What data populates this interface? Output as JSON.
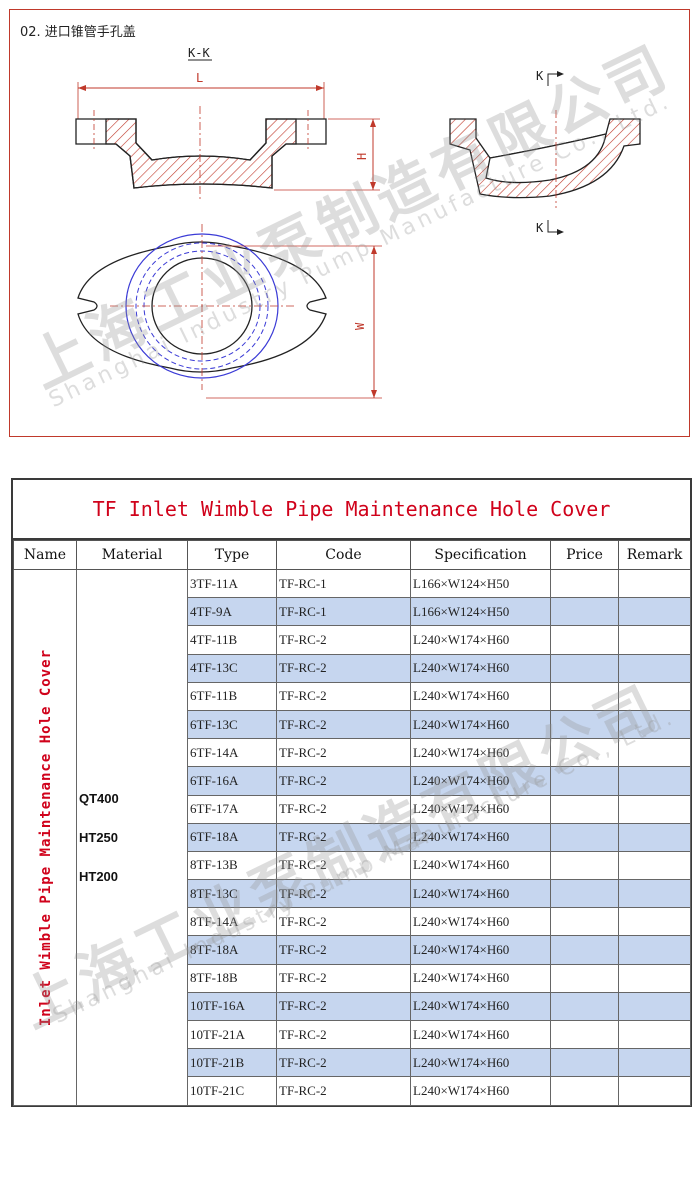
{
  "drawing": {
    "caption": "02. 进口锥管手孔盖",
    "section_title": "K-K",
    "dim_L": "L",
    "dim_H": "H",
    "dim_W": "W",
    "section_mark": "K",
    "line_color": "#c0392b",
    "hatch_color": "#c0392b",
    "hidden_line_color": "#3b3bd6"
  },
  "watermark": {
    "cn": "上海工业泵制造有限公司",
    "en": "Shanghai Industry Pump Manufacture Co., Ltd."
  },
  "table": {
    "title": "TF Inlet Wimble Pipe Maintenance Hole Cover",
    "title_color": "#d0021b",
    "row_highlight_color": "#c6d6ef",
    "headers": [
      "Name",
      "Material",
      "Type",
      "Code",
      "Specification",
      "Price",
      "Remark"
    ],
    "name": "Inlet Wimble Pipe Maintenance Hole Cover",
    "materials": [
      "QT400",
      "HT250",
      "HT200"
    ],
    "rows": [
      {
        "type": "3TF-11A",
        "code": "TF-RC-1",
        "spec": "L166×W124×H50",
        "price": "",
        "remark": ""
      },
      {
        "type": "4TF-9A",
        "code": "TF-RC-1",
        "spec": "L166×W124×H50",
        "price": "",
        "remark": ""
      },
      {
        "type": "4TF-11B",
        "code": "TF-RC-2",
        "spec": "L240×W174×H60",
        "price": "",
        "remark": ""
      },
      {
        "type": "4TF-13C",
        "code": "TF-RC-2",
        "spec": "L240×W174×H60",
        "price": "",
        "remark": ""
      },
      {
        "type": "6TF-11B",
        "code": "TF-RC-2",
        "spec": "L240×W174×H60",
        "price": "",
        "remark": ""
      },
      {
        "type": "6TF-13C",
        "code": "TF-RC-2",
        "spec": "L240×W174×H60",
        "price": "",
        "remark": ""
      },
      {
        "type": "6TF-14A",
        "code": "TF-RC-2",
        "spec": "L240×W174×H60",
        "price": "",
        "remark": ""
      },
      {
        "type": "6TF-16A",
        "code": "TF-RC-2",
        "spec": "L240×W174×H60",
        "price": "",
        "remark": ""
      },
      {
        "type": "6TF-17A",
        "code": "TF-RC-2",
        "spec": "L240×W174×H60",
        "price": "",
        "remark": ""
      },
      {
        "type": "6TF-18A",
        "code": "TF-RC-2",
        "spec": "L240×W174×H60",
        "price": "",
        "remark": ""
      },
      {
        "type": "8TF-13B",
        "code": "TF-RC-2",
        "spec": "L240×W174×H60",
        "price": "",
        "remark": ""
      },
      {
        "type": "8TF-13C",
        "code": "TF-RC-2",
        "spec": "L240×W174×H60",
        "price": "",
        "remark": ""
      },
      {
        "type": "8TF-14A",
        "code": "TF-RC-2",
        "spec": "L240×W174×H60",
        "price": "",
        "remark": ""
      },
      {
        "type": "8TF-18A",
        "code": "TF-RC-2",
        "spec": "L240×W174×H60",
        "price": "",
        "remark": ""
      },
      {
        "type": "8TF-18B",
        "code": "TF-RC-2",
        "spec": "L240×W174×H60",
        "price": "",
        "remark": ""
      },
      {
        "type": "10TF-16A",
        "code": "TF-RC-2",
        "spec": "L240×W174×H60",
        "price": "",
        "remark": ""
      },
      {
        "type": "10TF-21A",
        "code": "TF-RC-2",
        "spec": "L240×W174×H60",
        "price": "",
        "remark": ""
      },
      {
        "type": "10TF-21B",
        "code": "TF-RC-2",
        "spec": "L240×W174×H60",
        "price": "",
        "remark": ""
      },
      {
        "type": "10TF-21C",
        "code": "TF-RC-2",
        "spec": "L240×W174×H60",
        "price": "",
        "remark": ""
      }
    ]
  }
}
